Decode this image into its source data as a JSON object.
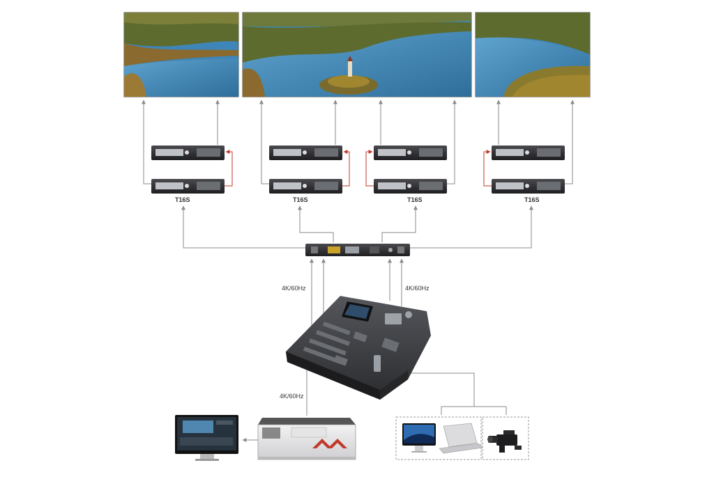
{
  "processor_units": [
    {
      "model": "T16S"
    },
    {
      "model": "T16S"
    },
    {
      "model": "T16S"
    },
    {
      "model": "T16S"
    }
  ],
  "signal_labels": {
    "left_link": "4K/60Hz",
    "right_link": "4K/60Hz",
    "server_link": "4K/60Hz"
  },
  "colors": {
    "link_line": "#8a8a8a",
    "loop_line": "#c0392b",
    "lake_water": "#3f86b8",
    "forest": "#5d6b2e",
    "device_body": "#2f2f31"
  },
  "icons": [
    "led-screen-left",
    "led-screen-center",
    "led-screen-right",
    "sending-card-device",
    "distributor-device",
    "console-device",
    "media-server-device",
    "monitor-icon",
    "imac-icon",
    "laptop-icon",
    "camcorder-icon"
  ]
}
